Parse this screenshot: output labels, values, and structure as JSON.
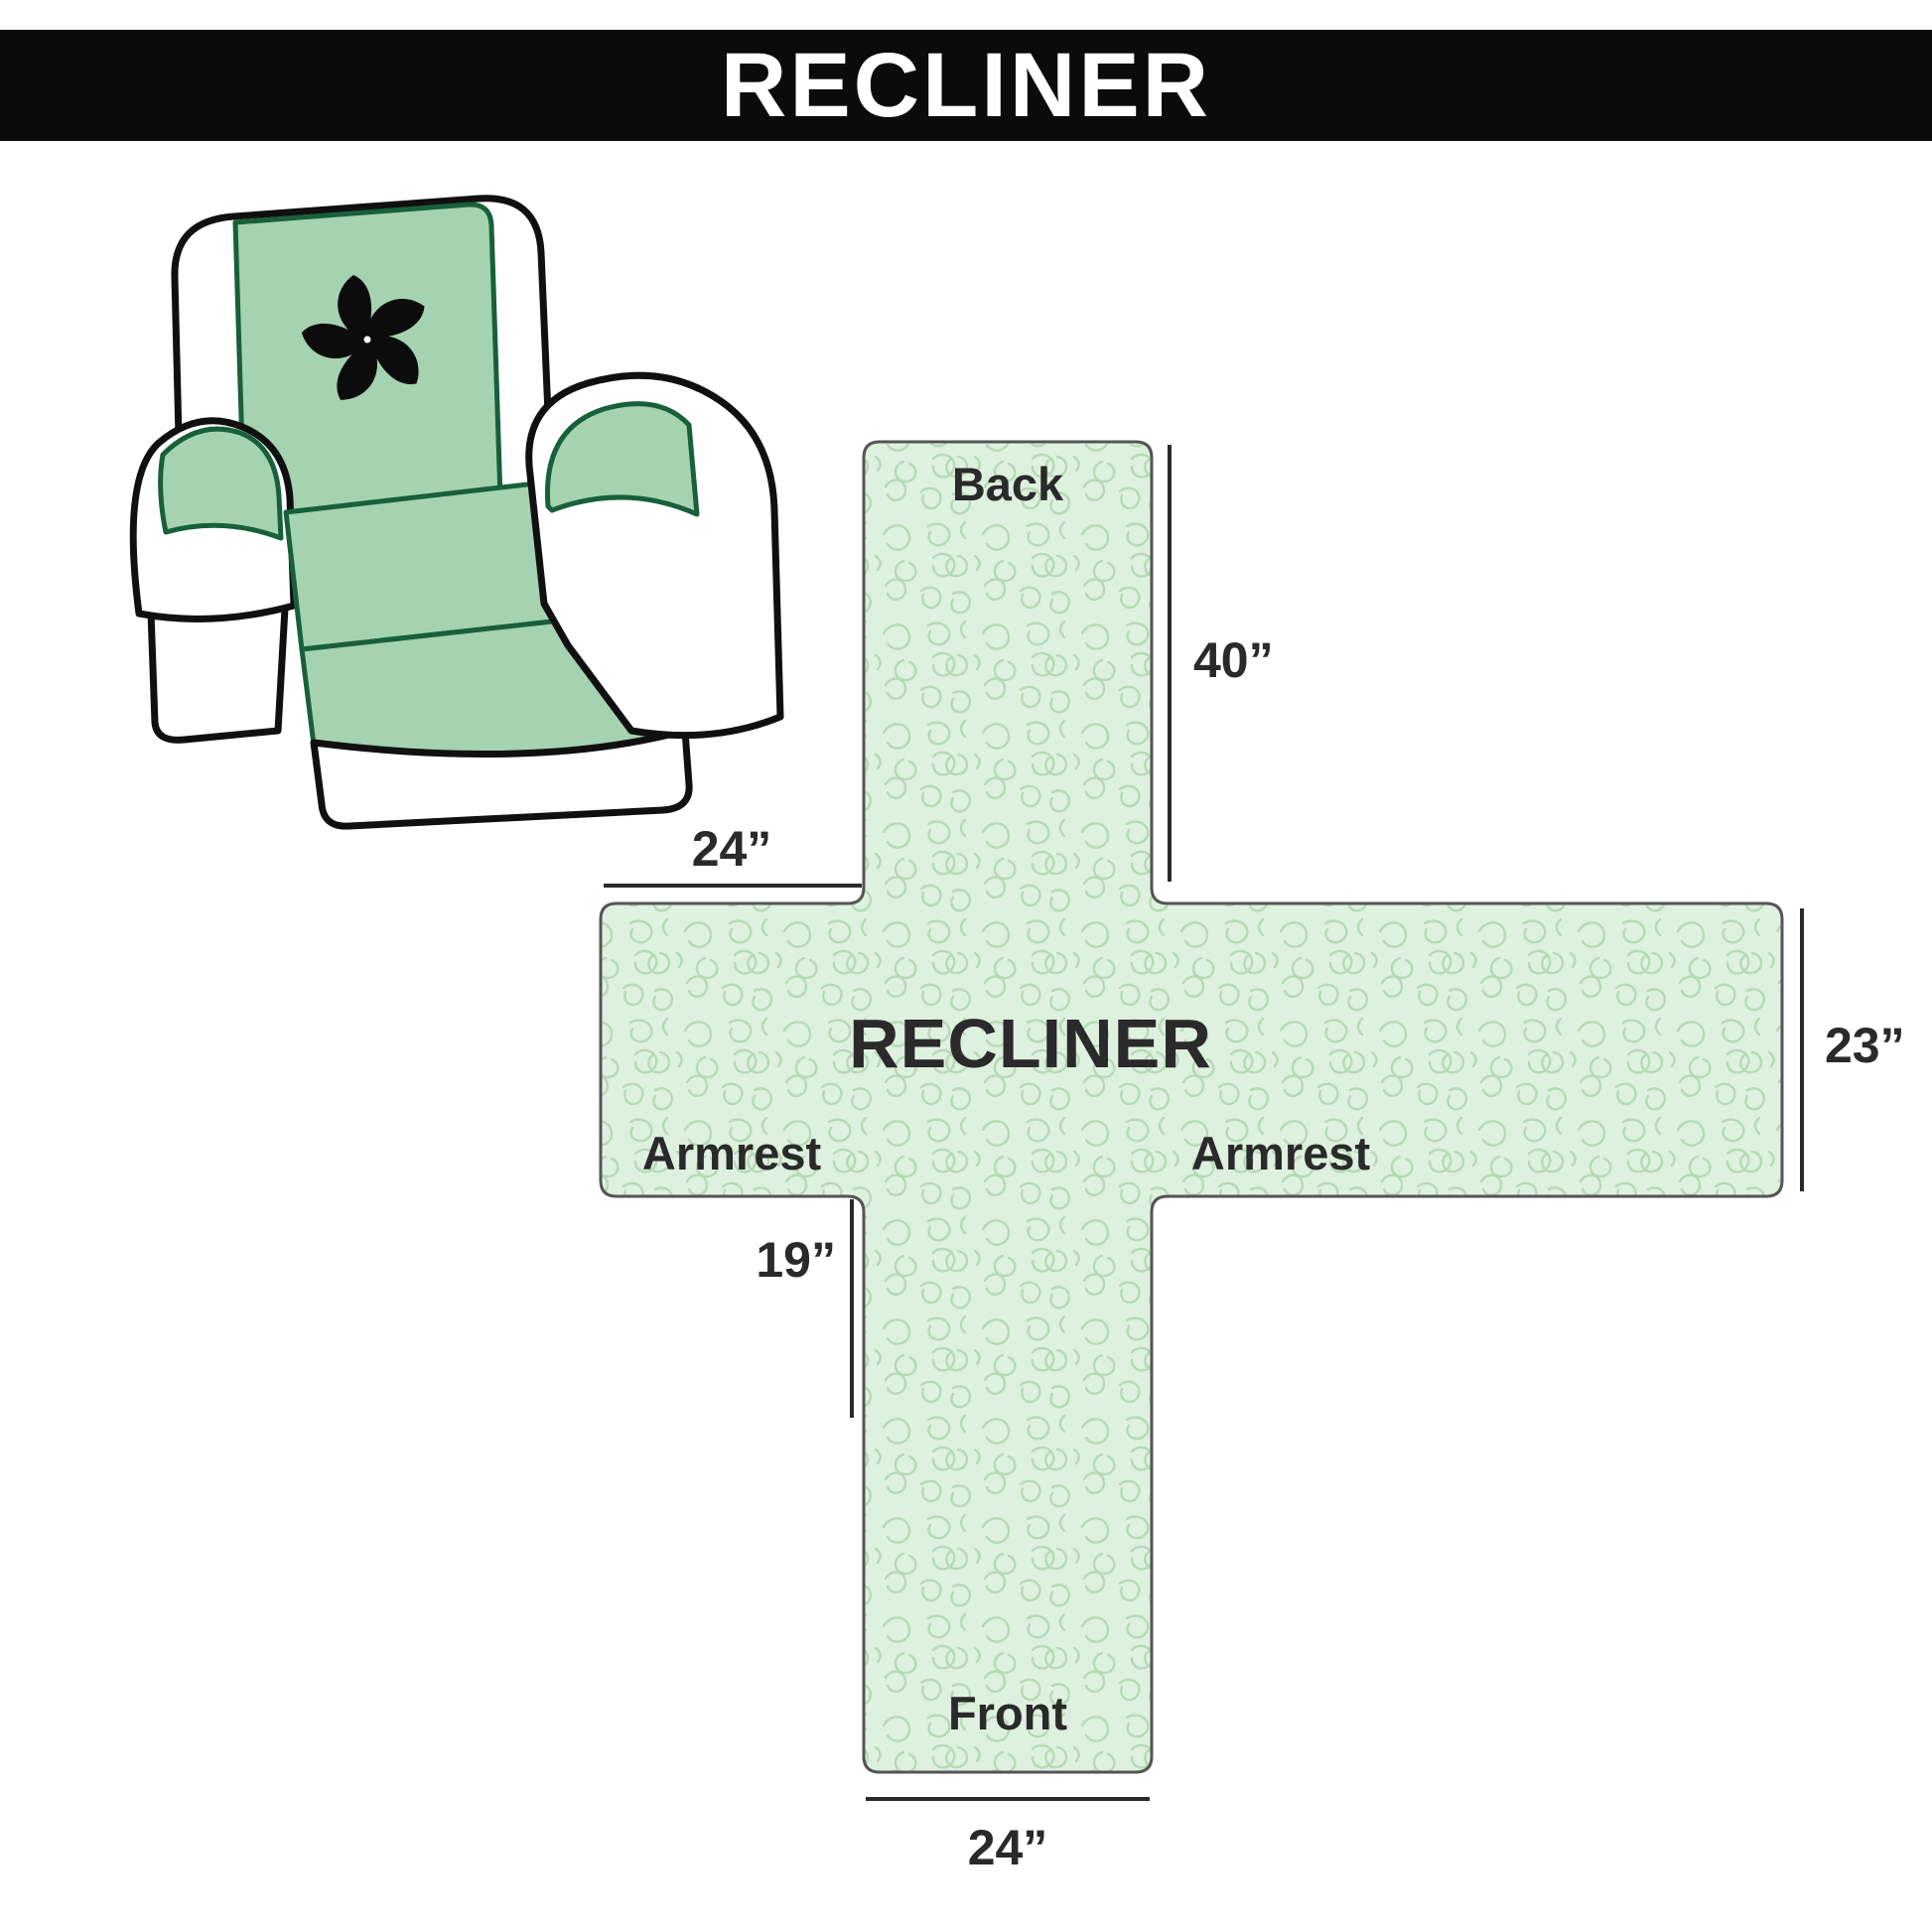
{
  "header": {
    "title": "RECLINER",
    "bg_color": "#0b0b0b",
    "text_color": "#ffffff"
  },
  "illustration": {
    "description": "Armchair recliner with green protective cover and black pinwheel logo on backrest",
    "cover_color": "#a5d2b0",
    "cover_outline_color": "#17603a",
    "logo_icon": "pinwheel-icon"
  },
  "pattern_diagram": {
    "center_label": "RECLINER",
    "sections": {
      "back": "Back",
      "front": "Front",
      "armrest_left": "Armrest",
      "armrest_right": "Armrest"
    },
    "dimensions": {
      "back_height": "40”",
      "armrest_width_top": "24”",
      "side_height": "23”",
      "front_height": "19”",
      "front_width_bottom": "24”"
    },
    "fill_color": "#def0de",
    "texture_color": "#b7d9b7",
    "outline_color": "#555555"
  }
}
